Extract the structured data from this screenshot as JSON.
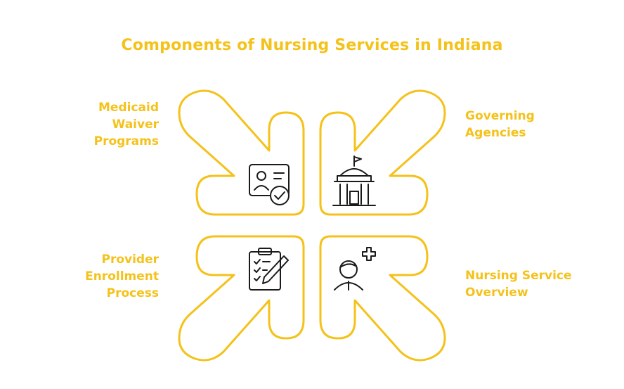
{
  "title": "Components of Nursing Services in Indiana",
  "components": [
    {
      "position": "top-left",
      "label": "Medicaid\nWaiver\nPrograms",
      "icon": "id-card-check-icon"
    },
    {
      "position": "top-right",
      "label": "Governing\nAgencies",
      "icon": "government-building-icon"
    },
    {
      "position": "bottom-left",
      "label": "Provider\nEnrollment\nProcess",
      "icon": "clipboard-pen-icon"
    },
    {
      "position": "bottom-right",
      "label": "Nursing Service\nOverview",
      "icon": "nurse-plus-icon"
    }
  ],
  "colors": {
    "accent": "#f4c21a",
    "icon": "#1a1a1a"
  }
}
